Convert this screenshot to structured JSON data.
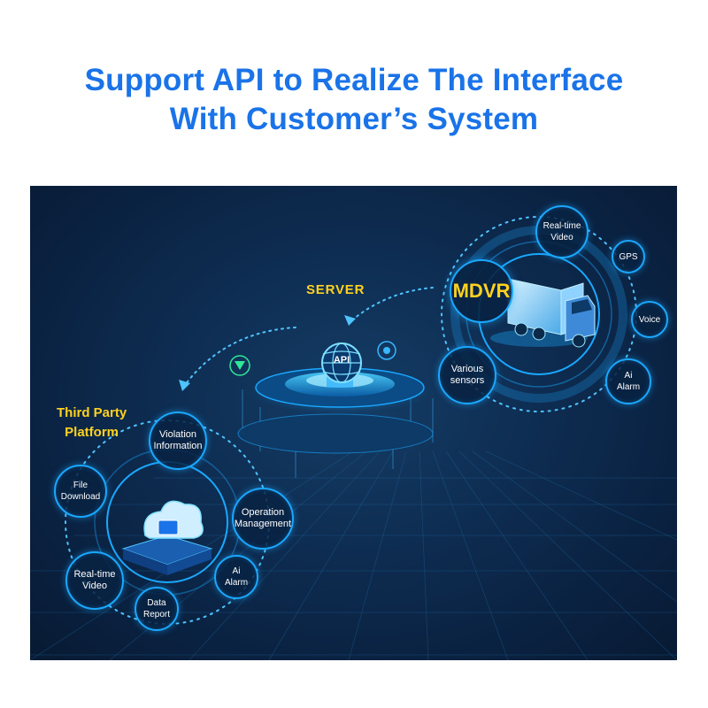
{
  "header": {
    "title_line1": "Support API to Realize The Interface",
    "title_line2": "With Customer’s System"
  },
  "diagram": {
    "server_label": "SERVER",
    "api_label": "API",
    "mdvr_label": "MDVR",
    "third_party_label_line1": "Third Party",
    "third_party_label_line2": "Platform",
    "mdvr_features": [
      {
        "line1": "Real-time",
        "line2": "Video"
      },
      {
        "line1": "GPS",
        "line2": ""
      },
      {
        "line1": "Voice",
        "line2": ""
      },
      {
        "line1": "Ai",
        "line2": "Alarm"
      },
      {
        "line1": "Various",
        "line2": "sensors"
      }
    ],
    "platform_features": [
      {
        "line1": "Violation",
        "line2": "Information"
      },
      {
        "line1": "File",
        "line2": "Download"
      },
      {
        "line1": "Operation",
        "line2": "Management"
      },
      {
        "line1": "Real-time",
        "line2": "Video"
      },
      {
        "line1": "Ai",
        "line2": "Alarm"
      },
      {
        "line1": "Data",
        "line2": "Report"
      }
    ]
  },
  "colors": {
    "title": "#1a73e8",
    "accent_yellow": "#ffd21f",
    "glow_blue": "#1aa8ff",
    "panel_bg": "#0e2d52"
  }
}
